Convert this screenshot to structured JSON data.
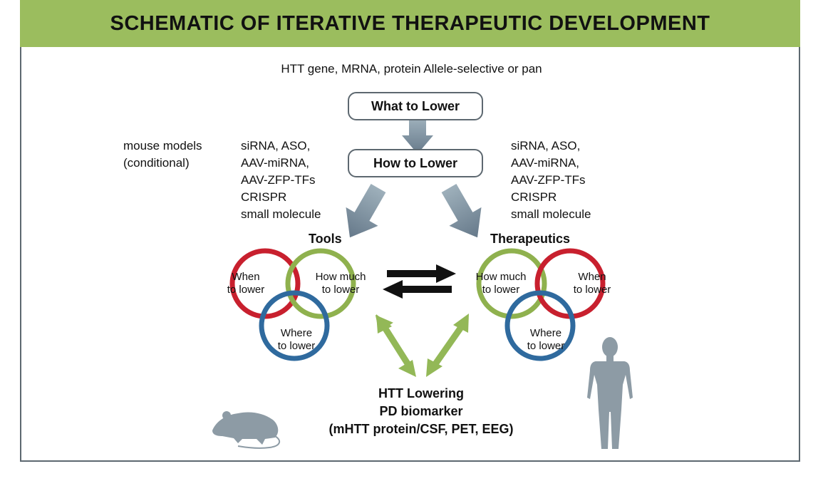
{
  "header": {
    "title": "SCHEMATIC OF ITERATIVE THERAPEUTIC DEVELOPMENT"
  },
  "subtitle": "HTT gene, MRNA, protein Allele-selective or pan",
  "boxes": {
    "what": "What to Lower",
    "how": "How to Lower"
  },
  "mouse_models": [
    "mouse models",
    "(conditional)"
  ],
  "left_methods": [
    "siRNA, ASO,",
    "AAV-miRNA,",
    "AAV-ZFP-TFs",
    "CRISPR",
    "small molecule"
  ],
  "right_methods": [
    "siRNA, ASO,",
    "AAV-miRNA,",
    "AAV-ZFP-TFs",
    "CRISPR",
    "small molecule"
  ],
  "tools": {
    "heading": "Tools",
    "when": [
      "When",
      "to lower"
    ],
    "how_much": [
      "How much",
      "to lower"
    ],
    "where": [
      "Where",
      "to lower"
    ]
  },
  "therapeutics": {
    "heading": "Therapeutics",
    "how_much": [
      "How much",
      "to lower"
    ],
    "when": [
      "When",
      "to lower"
    ],
    "where": [
      "Where",
      "to lower"
    ]
  },
  "bottom": [
    "HTT Lowering",
    "PD biomarker",
    "(mHTT protein/CSF, PET, EEG)"
  ],
  "colors": {
    "header": "#9bbd5e",
    "red_ring": "#c8202e",
    "green_ring": "#8fb14e",
    "blue_ring": "#2f6a9e",
    "arrow_gray": "#7f929f",
    "arrow_green": "#93b857",
    "silhouette": "#8d9ba5"
  }
}
